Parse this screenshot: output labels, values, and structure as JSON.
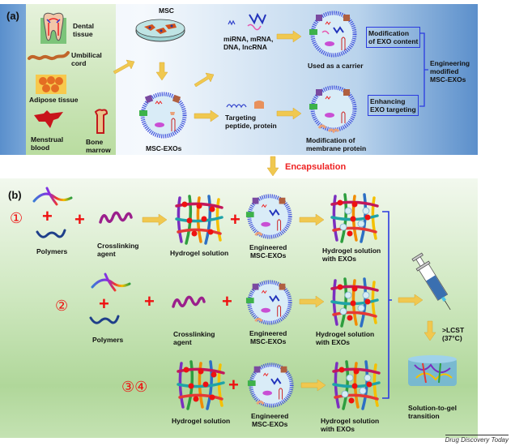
{
  "panel_a": {
    "label": "(a)",
    "sources": [
      "Dental\ntissue",
      "Umbilical\ncord",
      "Adipose tissue",
      "Menstrual\nblood",
      "Bone\nmarrow"
    ],
    "msc_label": "MSC",
    "exo_label": "MSC-EXOs",
    "cargo_label": "miRNA, mRNA,\nDNA, lncRNA",
    "targeting_label": "Targeting\npeptide, protein",
    "carrier_label": "Used as a carrier",
    "membrane_label": "Modification of\nmembrane protein",
    "box_content": "Modification\nof EXO content",
    "box_targeting": "Enhancing\nEXO targeting",
    "engineering_label": "Engineering\nmodified\nMSC-EXOs"
  },
  "encapsulation_label": "Encapsulation",
  "panel_b": {
    "label": "(b)",
    "rows": [
      {
        "step": "①",
        "polymers": "Polymers",
        "crosslinker": "Crosslinking\nagent",
        "hydrogel": "Hydrogel solution",
        "exos": "Engineered\nMSC-EXOs",
        "result": "Hydrogel solution\nwith EXOs"
      },
      {
        "step": "②",
        "polymers": "Polymers",
        "crosslinker": "Crosslinking\nagent",
        "exos": "Engineered\nMSC-EXOs",
        "result": "Hydrogel solution\nwith EXOs"
      },
      {
        "step": "③④",
        "hydrogel": "Hydrogel solution",
        "exos": "Engineered\nMSC-EXOs",
        "result": "Hydrogel solution\nwith EXOs"
      }
    ],
    "lcst_label": ">LCST\n(37°C)",
    "gel_label": "Solution-to-gel\ntransition"
  },
  "plus_sign": "+",
  "credit": "Drug Discovery Today",
  "colors": {
    "accent_red": "#ee1111",
    "bracket_blue": "#2b3ae0",
    "exo_blue": "#4455dd",
    "arrow_gold": "#f0c850"
  }
}
